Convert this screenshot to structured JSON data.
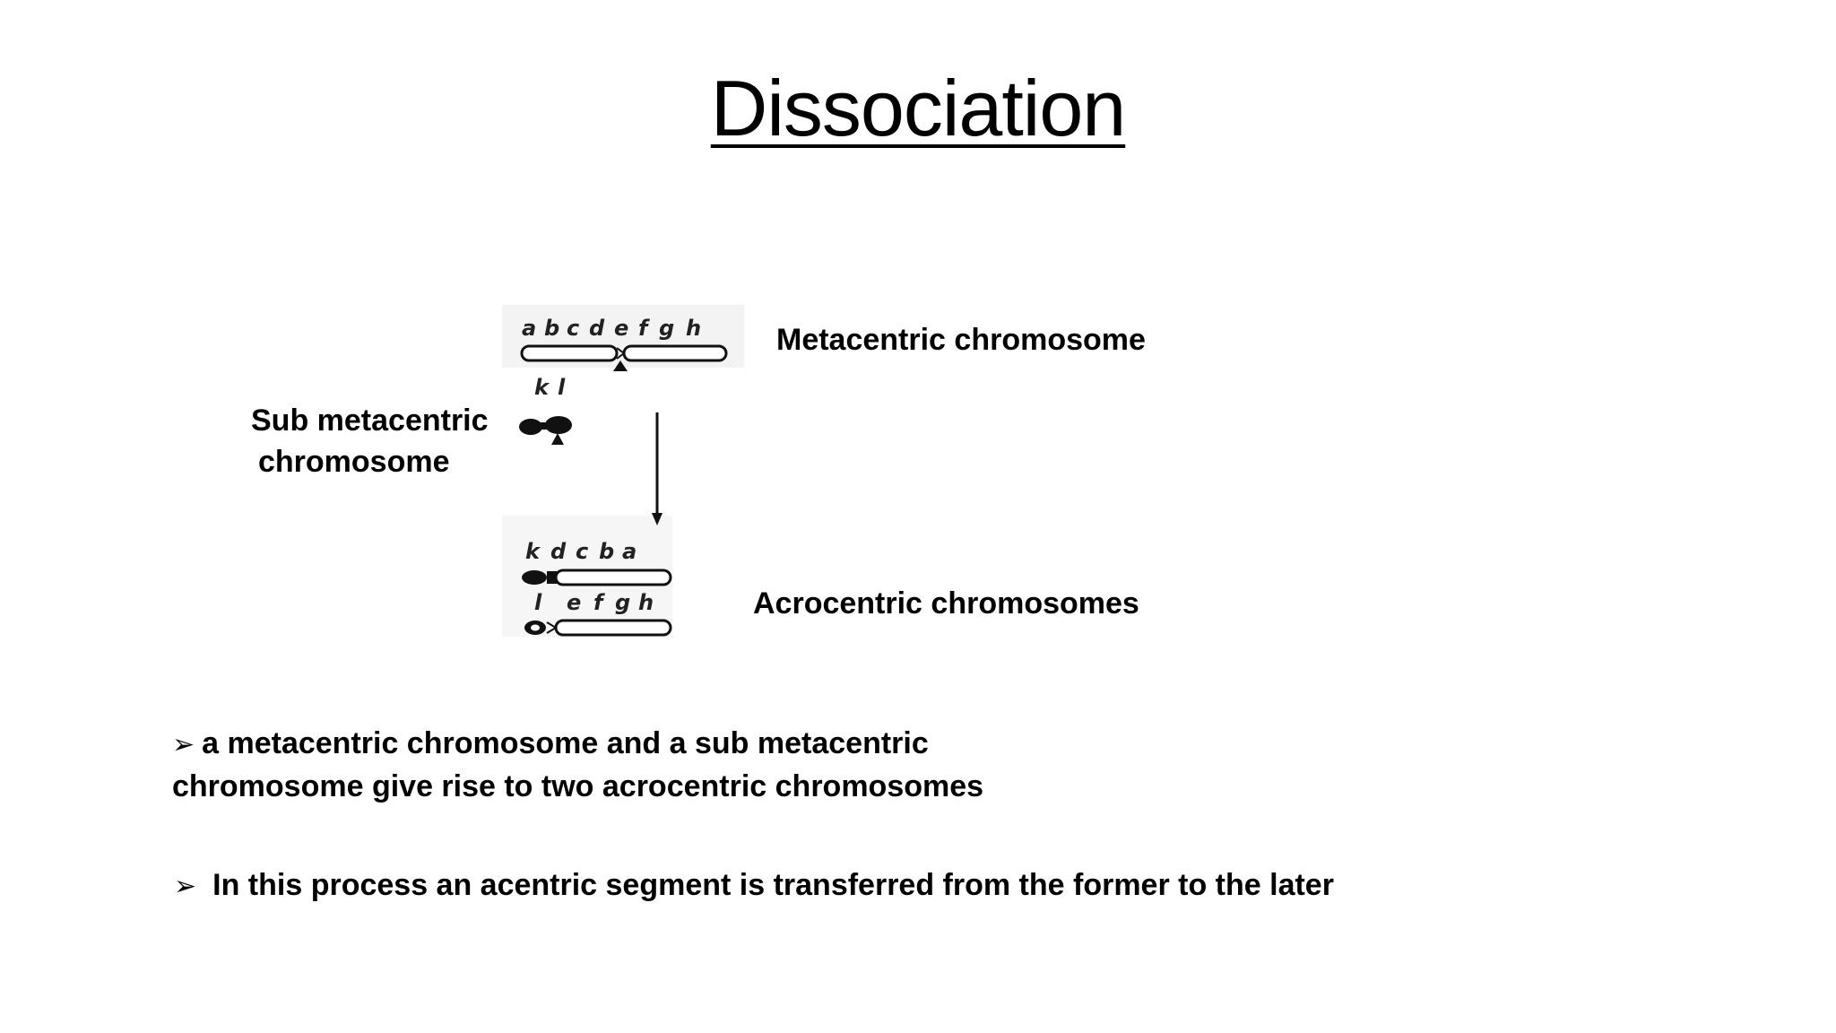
{
  "slide": {
    "title": "Dissociation",
    "labels": {
      "metacentric": "Metacentric chromosome",
      "sub_metacentric_line1": "Sub metacentric",
      "sub_metacentric_line2": "chromosome",
      "acrocentric": "Acrocentric chromosomes"
    },
    "bullets": [
      {
        "marker": "➢",
        "text": "a metacentric  chromosome and a sub metacentric chromosome give rise to two acrocentric chromosomes"
      },
      {
        "marker": "➢",
        "text": "In this process an acentric segment is transferred from the former to the later"
      }
    ],
    "diagram_gene_letters": {
      "metacentric": [
        "a",
        "b",
        "c",
        "d",
        "e",
        "f",
        "g",
        "h"
      ],
      "sub_metacentric": [
        "k",
        "l"
      ],
      "acrocentric_1": [
        "k",
        "d",
        "c",
        "b",
        "a"
      ],
      "acrocentric_2": [
        "l",
        "e",
        "f",
        "g",
        "h"
      ]
    }
  }
}
